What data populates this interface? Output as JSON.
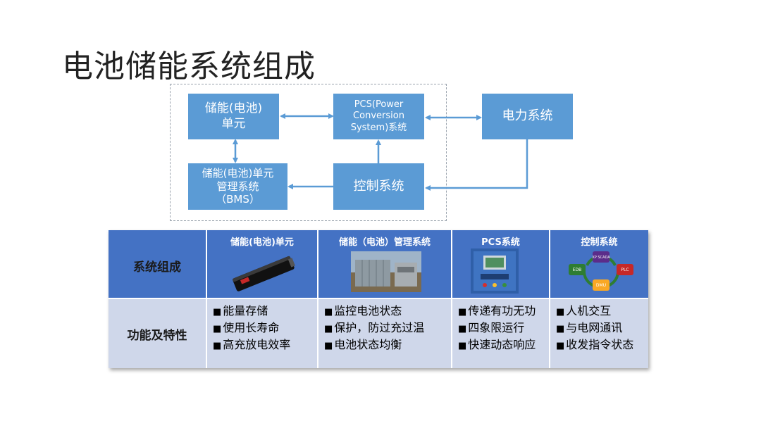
{
  "slide": {
    "title": "电池储能系统组成"
  },
  "diagram": {
    "storage_unit": [
      "储能(电池)",
      "单元"
    ],
    "pcs": [
      "PCS(Power",
      "Conversion",
      "System)系统"
    ],
    "grid": [
      "电力系统"
    ],
    "bms": [
      "储能(电池)单元",
      "管理系统",
      "（BMS）"
    ],
    "control": [
      "控制系统"
    ]
  },
  "table": {
    "row_labels": {
      "composition": "系统组成",
      "features": "功能及特性"
    },
    "columns": [
      {
        "title": "储能(电池)单元",
        "picture": "battery-module-image",
        "features": [
          "能量存储",
          "使用长寿命",
          "高充放电效率"
        ]
      },
      {
        "title": "储能（电池）管理系统",
        "picture": "container-enclosure-image",
        "features": [
          "监控电池状态",
          "保护，防过充过温",
          "电池状态均衡"
        ]
      },
      {
        "title": "PCS系统",
        "picture": "pcs-cabinet-image",
        "features": [
          "传递有功无功",
          "四象限运行",
          "快速动态响应"
        ]
      },
      {
        "title": "控制系统",
        "picture": "control-cycle-graphic",
        "graphic_labels": [
          "XP SCADA",
          "PLC",
          "EDB",
          "DMU"
        ],
        "features": [
          "人机交互",
          "与电网通讯",
          "收发指令状态"
        ]
      }
    ],
    "bullet_glyph": "■"
  },
  "colors": {
    "box_fill": "#5b9bd5",
    "arrow": "#5b9bd5",
    "table_header": "#4472c4",
    "table_body": "#cfd7ea"
  }
}
